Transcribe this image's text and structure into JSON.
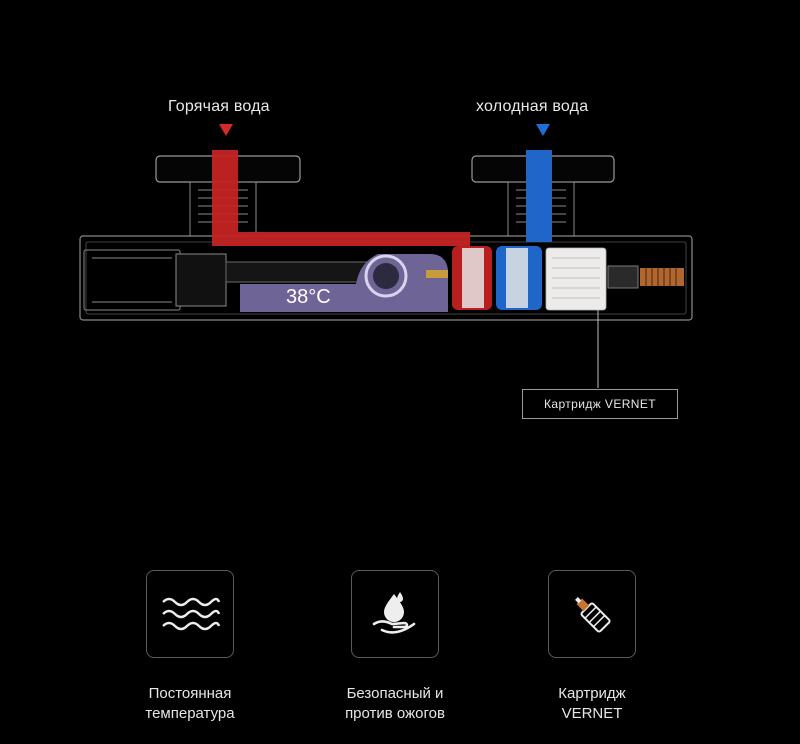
{
  "inlets": {
    "hot_label": "Горячая вода",
    "cold_label": "холодная вода",
    "hot_color": "#d42a2a",
    "cold_color": "#1e6fd9"
  },
  "mixer": {
    "temperature": "38°C",
    "body_color": "#6e6496"
  },
  "cartridge_callout": "Картридж  VERNET",
  "features": [
    {
      "icon": "waves-icon",
      "line1": "Постоянная",
      "line2": "температура"
    },
    {
      "icon": "hand-water-drop-icon",
      "line1": "Безопасный и",
      "line2": "против ожогов"
    },
    {
      "icon": "cartridge-icon",
      "line1": "Картридж",
      "line2": "VERNET"
    }
  ]
}
